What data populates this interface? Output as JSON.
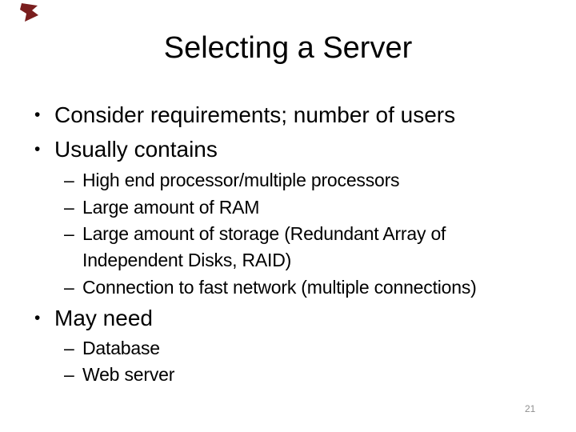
{
  "slide": {
    "title": "Selecting a Server",
    "page_number": "21",
    "markers": {
      "level1": "•",
      "level2": "–"
    },
    "bullets": [
      {
        "level": 1,
        "text": "Consider requirements; number of users"
      },
      {
        "level": 1,
        "text": "Usually contains"
      },
      {
        "level": 2,
        "text": "High end processor/multiple processors"
      },
      {
        "level": 2,
        "text": "Large amount of RAM"
      },
      {
        "level": 2,
        "text": "Large amount of storage (Redundant Array of Independent Disks, RAID)"
      },
      {
        "level": 2,
        "text": "Connection to fast network (multiple connections)"
      },
      {
        "level": 1,
        "text": "May need"
      },
      {
        "level": 2,
        "text": "Database"
      },
      {
        "level": 2,
        "text": "Web server"
      }
    ],
    "colors": {
      "background": "#ffffff",
      "text": "#000000",
      "page_number": "#8f8f8f",
      "corner_accent": "#7a1e1e"
    }
  }
}
